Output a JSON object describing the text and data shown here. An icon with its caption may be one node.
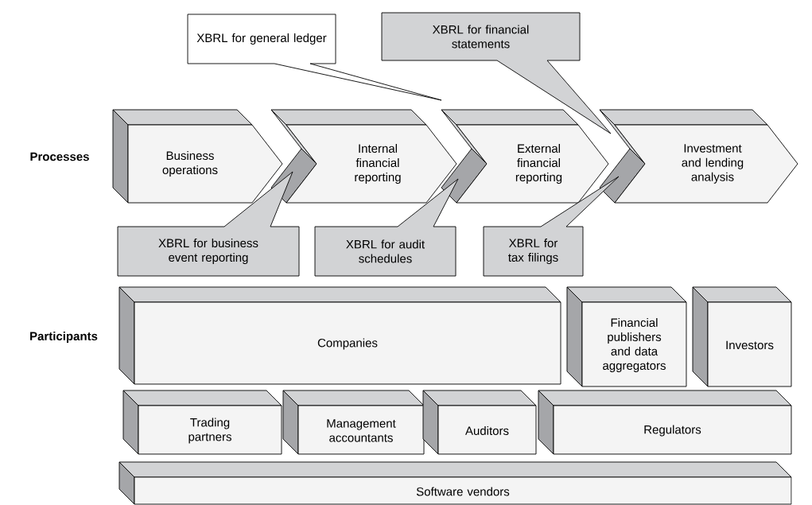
{
  "diagram": {
    "nodes": [
      {
        "text": [
          "Business operations"
        ]
      },
      {
        "text": [
          "Internal financial reporting"
        ]
      },
      {
        "text": [
          "External financial reporting"
        ]
      },
      {
        "text": [
          "Investment and lending analysis"
        ]
      },
      {
        "text": [
          "XBRL for general ledger"
        ]
      },
      {
        "text": [
          "XBRL for financial statements"
        ]
      },
      {
        "text": [
          "XBRL for business event reporting"
        ]
      },
      {
        "text": [
          "XBRL for audit schedules"
        ]
      },
      {
        "text": [
          "XBRL for tax filings"
        ]
      },
      {
        "text": [
          "Companies"
        ]
      },
      {
        "text": [
          "Financial publishers and data aggregators"
        ]
      },
      {
        "text": [
          "Investors"
        ]
      },
      {
        "text": [
          "Trading partners"
        ]
      },
      {
        "text": [
          "Management accountants"
        ]
      },
      {
        "text": [
          "Auditors"
        ]
      },
      {
        "text": [
          "Regulators"
        ]
      },
      {
        "text": [
          "Software vendors"
        ]
      }
    ],
    "labels": [
      "Processes",
      "Participants"
    ]
  }
}
